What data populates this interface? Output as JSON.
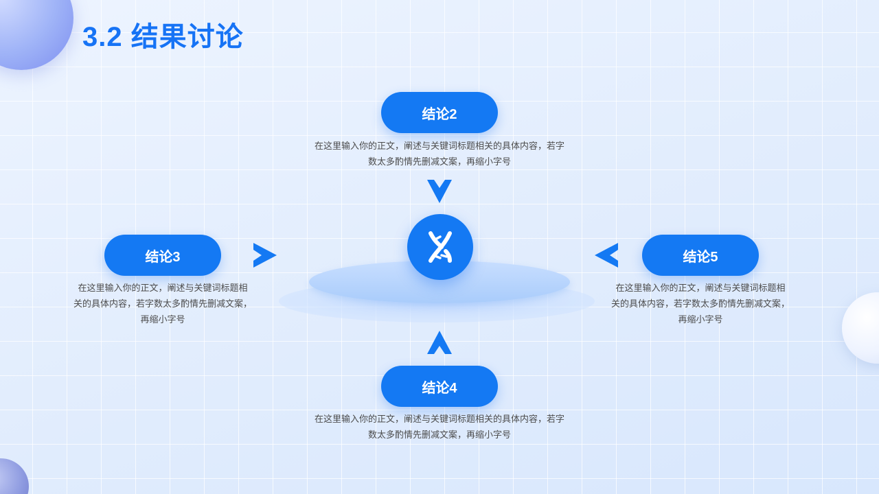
{
  "title": "3.2 结果讨论",
  "conclusions": {
    "top": {
      "label": "结论2",
      "desc_lines": [
        "在这里输入你的正文，阐述与关键词标题相关的具体内容，若字",
        "数太多酌情先删减文案，再缩小字号"
      ]
    },
    "left": {
      "label": "结论3",
      "desc_lines": [
        "在这里输入你的正文，阐述与关键词标题相",
        "关的具体内容，若字数太多酌情先删减文案，",
        "再缩小字号"
      ]
    },
    "right": {
      "label": "结论5",
      "desc_lines": [
        "在这里输入你的正文，阐述与关键词标题相",
        "关的具体内容，若字数太多酌情先删减文案，",
        "再缩小字号"
      ]
    },
    "bottom": {
      "label": "结论4",
      "desc_lines": [
        "在这里输入你的正文，阐述与关键词标题相关的具体内容，若字",
        "数太多酌情先删减文案，再缩小字号"
      ]
    }
  },
  "hub_icon": "dna-icon",
  "colors": {
    "accent": "#1479f3",
    "title": "#1673f5",
    "text": "#4c4c4c",
    "background": "#e4efff"
  }
}
